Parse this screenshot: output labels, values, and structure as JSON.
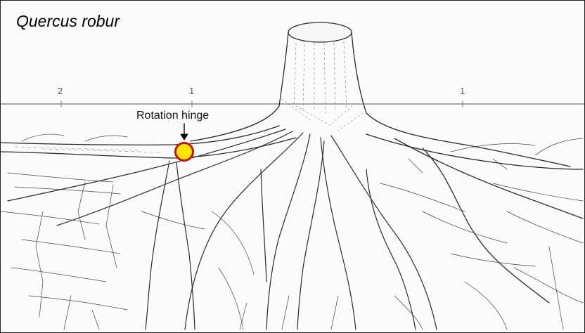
{
  "title": "Quercus robur",
  "scale_marks": [
    "2",
    "1",
    "1"
  ],
  "annotation": {
    "label": "Rotation hinge",
    "marker_fill": "#ffe600",
    "marker_stroke": "#c8101e"
  },
  "colors": {
    "ink": "#2a2a2a",
    "background": "#fbfbfb"
  }
}
